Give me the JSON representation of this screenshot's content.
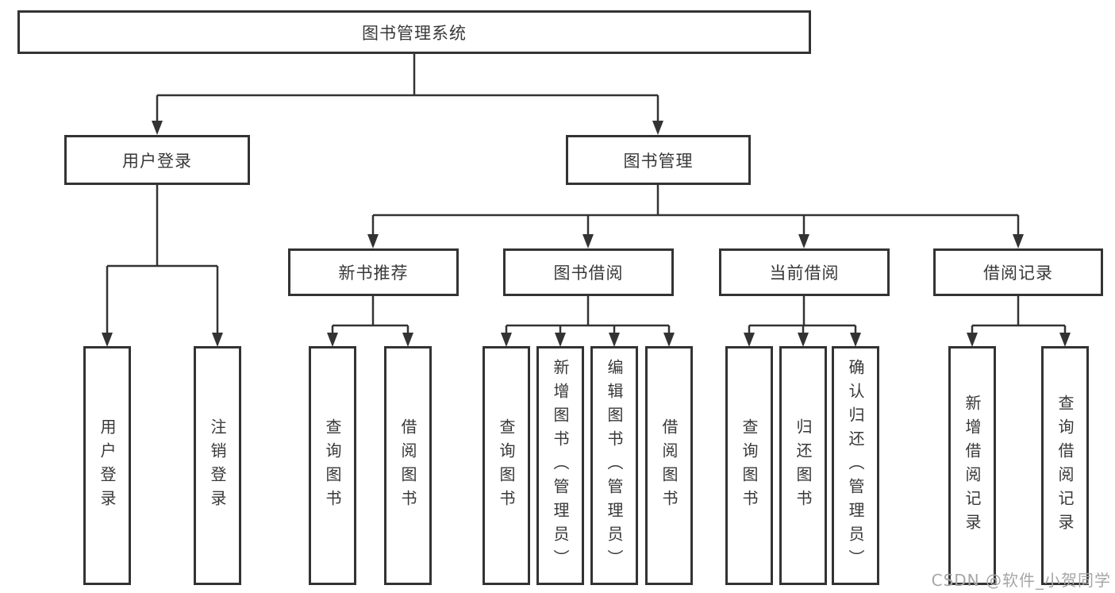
{
  "diagram": {
    "type": "hierarchy-tree",
    "root": {
      "label": "图书管理系统"
    },
    "level2": {
      "user_login": {
        "label": "用户登录"
      },
      "book_management": {
        "label": "图书管理"
      }
    },
    "level3": {
      "new_book_recommend": {
        "label": "新书推荐"
      },
      "book_borrow": {
        "label": "图书借阅"
      },
      "current_borrow": {
        "label": "当前借阅"
      },
      "borrow_record": {
        "label": "借阅记录"
      }
    },
    "leaves": {
      "user_login": {
        "label": "用户登录"
      },
      "logout_login": {
        "label": "注销登录"
      },
      "recommend_query_book": {
        "label": "查询图书"
      },
      "recommend_borrow_book": {
        "label": "借阅图书"
      },
      "borrow_query_book": {
        "label": "查询图书"
      },
      "borrow_add_book": {
        "label": "新增图书（管理员）"
      },
      "borrow_edit_book": {
        "label": "编辑图书（管理员）"
      },
      "borrow_borrow_book": {
        "label": "借阅图书"
      },
      "current_query_book": {
        "label": "查询图书"
      },
      "current_return_book": {
        "label": "归还图书"
      },
      "current_confirm_return": {
        "label": "确认归还（管理员）"
      },
      "record_add_record": {
        "label": "新增借阅记录"
      },
      "record_query_record": {
        "label": "查询借阅记录"
      }
    }
  },
  "watermark": {
    "text": "CSDN @软件_小贺同学"
  },
  "colors": {
    "line": "#333333",
    "box_border": "#333333",
    "box_fill": "#ffffff",
    "text": "#383838",
    "watermark": "#a6a6a6"
  }
}
